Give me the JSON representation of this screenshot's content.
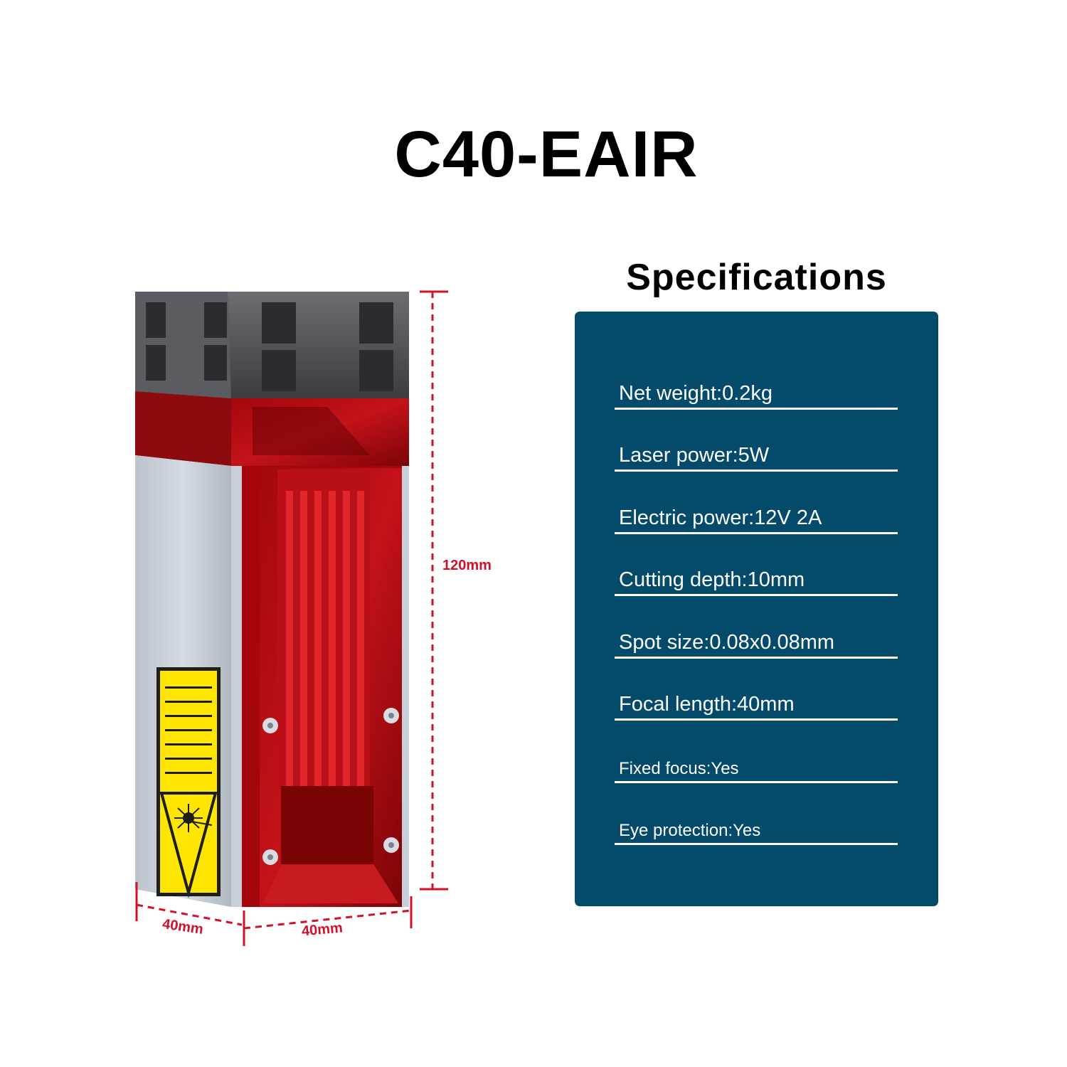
{
  "title": "C40-EAIR",
  "specifications": {
    "heading": "Specifications",
    "panel_color": "#034a6b",
    "items": [
      "Net weight:0.2kg",
      " Laser power:5W",
      "Electric power:12V 2A",
      "Cutting depth:10mm",
      "Spot size:0.08x0.08mm",
      "Focal length:40mm",
      "Fixed focus:Yes",
      "Eye protection:Yes"
    ]
  },
  "dimensions": {
    "height": "120mm",
    "width": "40mm",
    "depth": "40mm",
    "color": "#d3102a"
  },
  "product_image": {
    "icon": "laser-module-image",
    "warning_label_icon": "laser-hazard-icon"
  }
}
